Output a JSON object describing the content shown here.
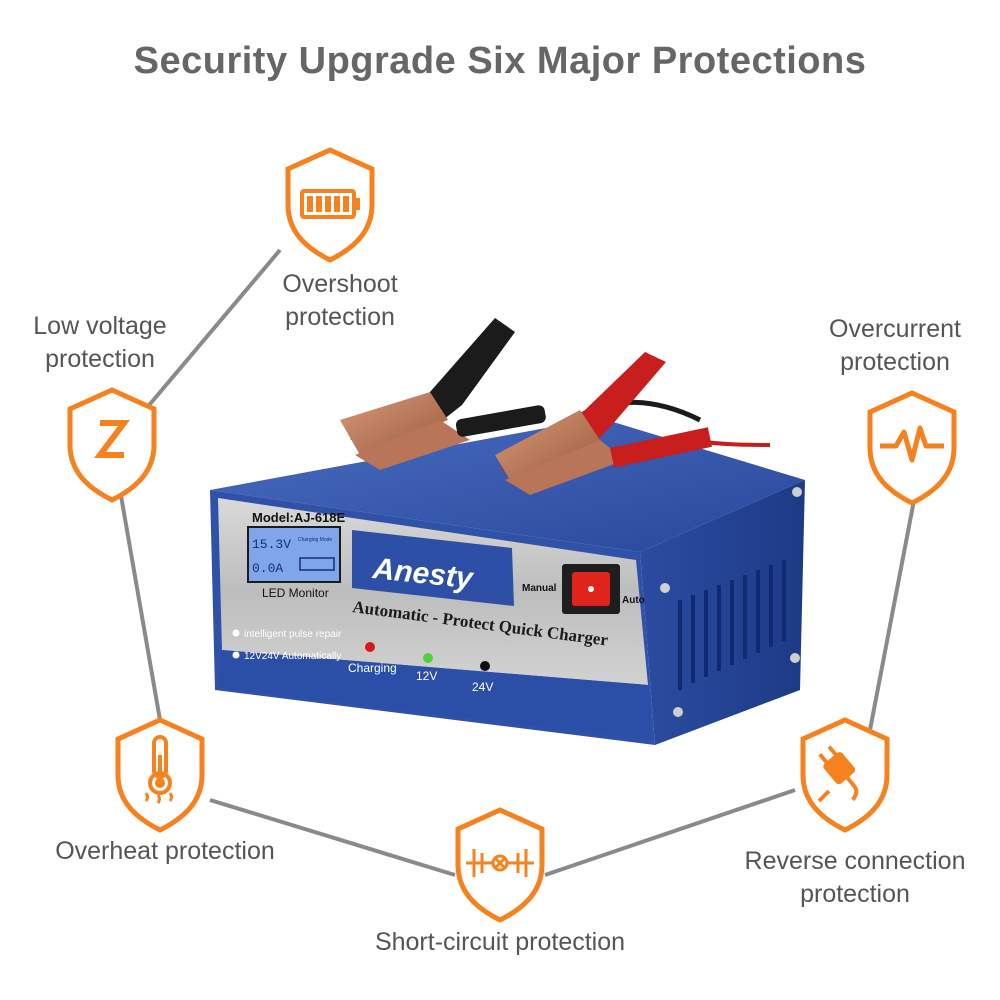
{
  "title": "Security Upgrade Six Major Protections",
  "protections": {
    "overshoot": {
      "line1": "Overshoot",
      "line2": "protection",
      "icon": "battery-icon"
    },
    "low_voltage": {
      "line1": "Low voltage",
      "line2": "protection",
      "icon": "lightning-icon"
    },
    "overcurrent": {
      "line1": "Overcurrent",
      "line2": "protection",
      "icon": "pulse-icon"
    },
    "overheat": {
      "line1": "Overheat protection",
      "icon": "thermometer-icon"
    },
    "short_circuit": {
      "line1": "Short-circuit protection",
      "icon": "circuit-icon"
    },
    "reverse": {
      "line1": "Reverse connection",
      "line2": "protection",
      "icon": "plug-icon"
    }
  },
  "product": {
    "model": "Model:AJ-618E",
    "lcd_voltage": "15.3V",
    "lcd_current": "0.0A",
    "lcd_mode": "Charging Mode",
    "led_monitor": "LED Monitor",
    "brand": "Anesty",
    "charger_label": "Automatic - Protect Quick Charger",
    "feature1": "intelligent pulse repair",
    "feature2": "12V24V Automatically",
    "ind_charging": "Charging",
    "ind_12v": "12V",
    "ind_24v": "24V",
    "switch_manual": "Manual",
    "switch_auto": "Auto"
  },
  "colors": {
    "accent": "#F5821F",
    "title": "#666666",
    "label": "#555555",
    "connector": "#8a8a8a",
    "charger_blue": "#2c4fa3",
    "panel_silver": "#c9c9c9"
  }
}
